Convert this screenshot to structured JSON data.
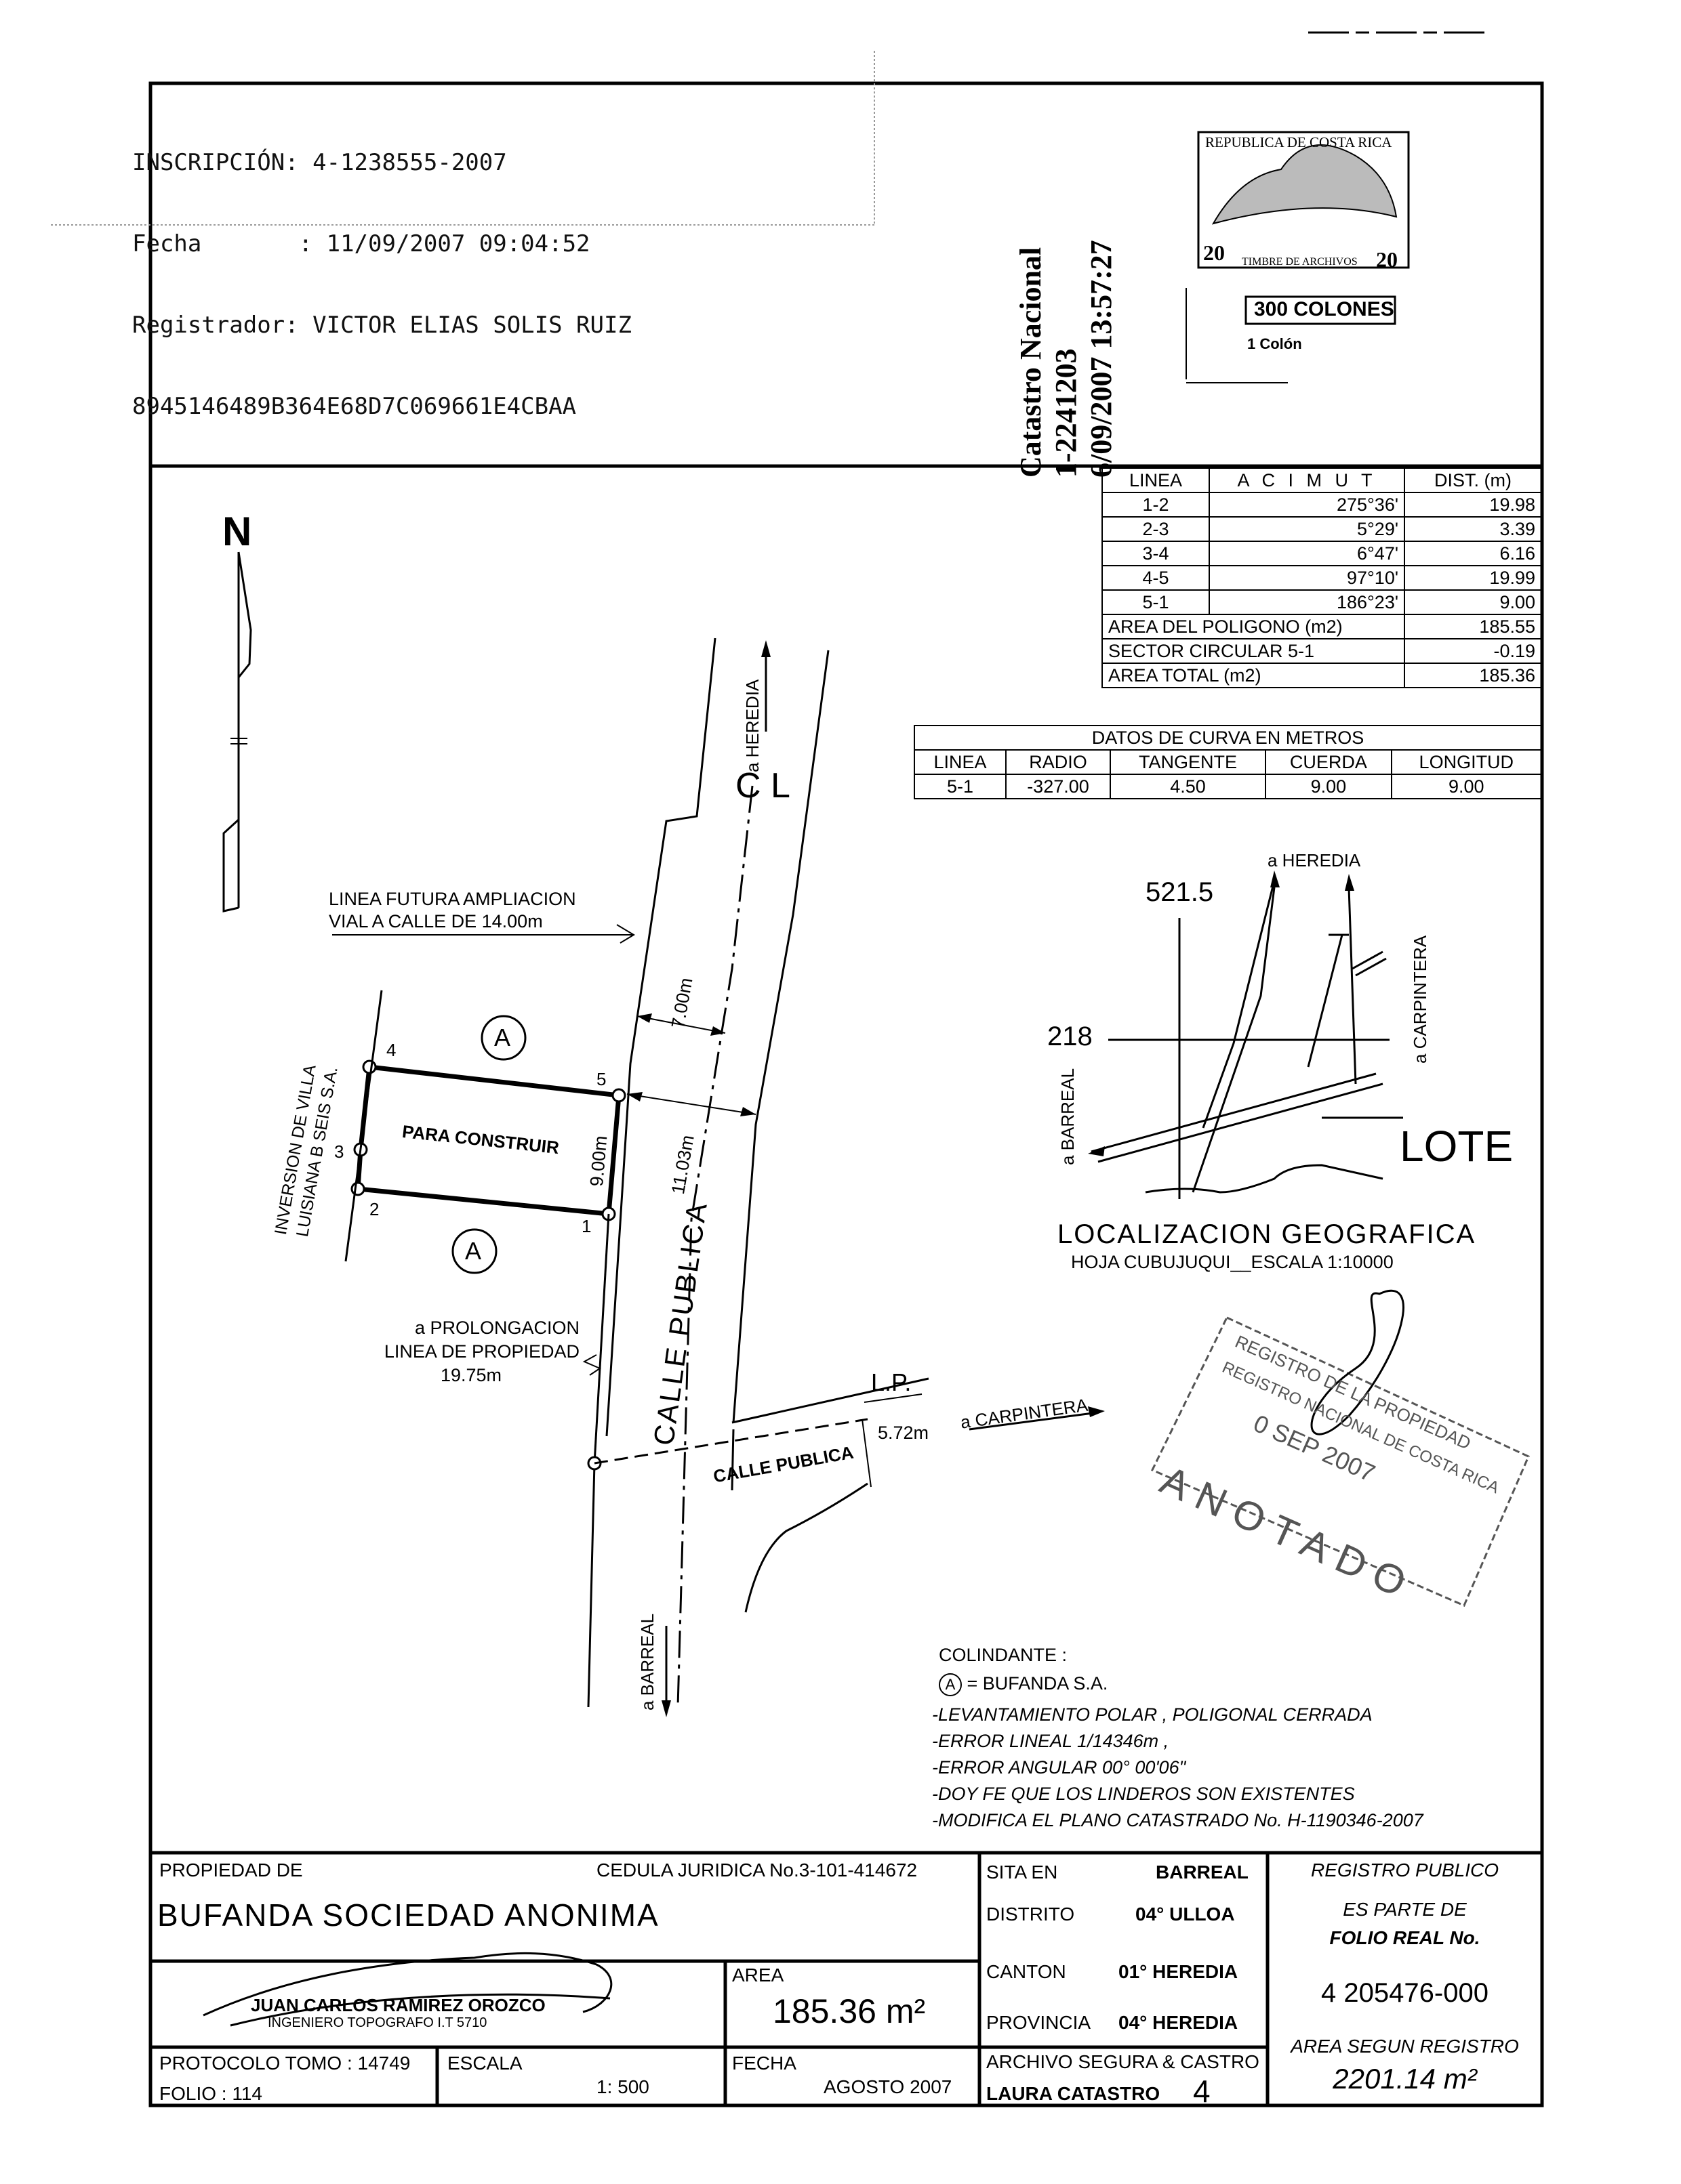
{
  "inscription": {
    "line1_label": "INSCRIPCIÓN:",
    "line1_value": "4-1238555-2007",
    "line2_label": "Fecha",
    "line2_value": ": 11/09/2007 09:04:52",
    "line3_label": "Registrador:",
    "line3_value": "VICTOR ELIAS SOLIS RUIZ",
    "hash": "8945146489B364E68D7C069661E4CBAA"
  },
  "catastro_stamp": {
    "title": "Catastro Nacional",
    "number": "1-2241203",
    "datetime": "6/09/2007 13:57:27"
  },
  "revenue_stamp": {
    "country": "REPUBLICA DE COSTA RICA",
    "value_left": "20",
    "value_right": "20",
    "caption": "TIMBRE DE ARCHIVOS",
    "overprint": "300 COLONES",
    "sub": "1 Colón"
  },
  "north": "N",
  "azimuth_table": {
    "headers": [
      "LINEA",
      "A C I M U T",
      "DIST. (m)"
    ],
    "rows": [
      [
        "1-2",
        "275°36'",
        "19.98"
      ],
      [
        "2-3",
        "5°29'",
        "3.39"
      ],
      [
        "3-4",
        "6°47'",
        "6.16"
      ],
      [
        "4-5",
        "97°10'",
        "19.99"
      ],
      [
        "5-1",
        "186°23'",
        "9.00"
      ]
    ],
    "summary": [
      [
        "AREA DEL POLIGONO (m2)",
        "185.55"
      ],
      [
        "SECTOR CIRCULAR 5-1",
        "-0.19"
      ],
      [
        "AREA TOTAL (m2)",
        "185.36"
      ]
    ]
  },
  "curve_table": {
    "title": "DATOS DE CURVA EN METROS",
    "headers": [
      "LINEA",
      "RADIO",
      "TANGENTE",
      "CUERDA",
      "LONGITUD"
    ],
    "row": [
      "5-1",
      "-327.00",
      "4.50",
      "9.00",
      "9.00"
    ]
  },
  "plan_labels": {
    "a_heredia_top": "a HEREDIA",
    "centerline": "C L",
    "future_line_1": "LINEA FUTURA AMPLIACION",
    "future_line_2": "VIAL A CALLE DE 14.00m",
    "dist_7": "7.00m",
    "dist_1103": "11.03m",
    "calle_publica_vertical": "CALLE PUBLICA",
    "neighbor_1": "INVERSION DE VILLA",
    "neighbor_2": "LUISIANA B SEIS S.A.",
    "neighbor_a": "A",
    "para_construir": "PARA CONSTRUIR",
    "dist_9": "9.00m",
    "pt1": "1",
    "pt2": "2",
    "pt3": "3",
    "pt4": "4",
    "pt5": "5",
    "prolong_1": "a PROLONGACION",
    "prolong_2": "LINEA DE PROPIEDAD",
    "prolong_3": "19.75m",
    "lp": "L.P.",
    "dist_572": "5.72m",
    "a_carpintera": "a CARPINTERA",
    "calle_publica_horizontal": "CALLE PUBLICA",
    "a_barreal": "a BARREAL"
  },
  "location": {
    "a_heredia": "a HEREDIA",
    "coord_x": "521.5",
    "coord_y": "218",
    "a_carpintera": "a CARPINTERA",
    "a_barreal": "a BARREAL",
    "lote": "LOTE",
    "title": "LOCALIZACION GEOGRAFICA",
    "subtitle": "HOJA CUBUJUQUI__ESCALA 1:10000"
  },
  "registry_stamp": {
    "line1": "REGISTRO DE LA PROPIEDAD",
    "line2": "REGISTRO NACIONAL DE COSTA RICA",
    "date": "0 SEP 2007",
    "word": "ANOTADO"
  },
  "notes": {
    "colindante": "COLINDANTE :",
    "colindante_a": "A",
    "colindante_value": "= BUFANDA S.A.",
    "lines": [
      "-LEVANTAMIENTO POLAR , POLIGONAL CERRADA",
      "-ERROR LINEAL 1/14346m ,",
      "-ERROR ANGULAR 00° 00'06\"",
      "-DOY FE QUE LOS LINDEROS SON EXISTENTES",
      "-MODIFICA EL PLANO CATASTRADO No. H-1190346-2007"
    ]
  },
  "title_block": {
    "propiedad_label": "PROPIEDAD DE",
    "cedula": "CEDULA JURIDICA No.3-101-414672",
    "owner": "BUFANDA SOCIEDAD ANONIMA",
    "surveyor": "JUAN CARLOS RAMIREZ OROZCO",
    "surveyor_title": "INGENIERO TOPOGRAFO I.T 5710",
    "area_label": "AREA",
    "area_value": "185.36 m²",
    "protocolo": "PROTOCOLO TOMO : 14749",
    "folio": "FOLIO : 114",
    "escala_label": "ESCALA",
    "escala_value": "1: 500",
    "fecha_label": "FECHA",
    "fecha_value": "AGOSTO 2007",
    "sita_label": "SITA EN",
    "sita_value": "BARREAL",
    "distrito_label": "DISTRITO",
    "distrito_value": "04° ULLOA",
    "canton_label": "CANTON",
    "canton_value": "01° HEREDIA",
    "provincia_label": "PROVINCIA",
    "provincia_value": "04° HEREDIA",
    "archivo": "ARCHIVO SEGURA & CASTRO",
    "laura": "LAURA CATASTRO",
    "laura_num": "4",
    "registro_label": "REGISTRO PUBLICO",
    "es_parte": "ES PARTE DE",
    "folio_real": "FOLIO REAL No.",
    "folio_real_value": "4 205476-000",
    "area_registro_label": "AREA SEGUN REGISTRO",
    "area_registro_value": "2201.14 m²"
  }
}
